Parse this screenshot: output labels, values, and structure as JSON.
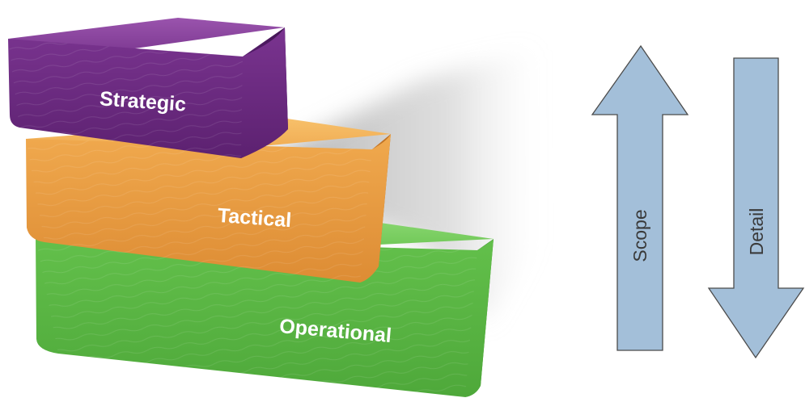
{
  "blocks": {
    "strategic": {
      "label": "Strategic",
      "color": "#6b2a80"
    },
    "tactical": {
      "label": "Tactical",
      "color": "#e79a3f"
    },
    "operational": {
      "label": "Operational",
      "color": "#5bb543"
    }
  },
  "arrows": {
    "scope": {
      "label": "Scope",
      "direction": "up",
      "color": "#a3bfd9"
    },
    "detail": {
      "label": "Detail",
      "direction": "down",
      "color": "#a3bfd9"
    }
  }
}
